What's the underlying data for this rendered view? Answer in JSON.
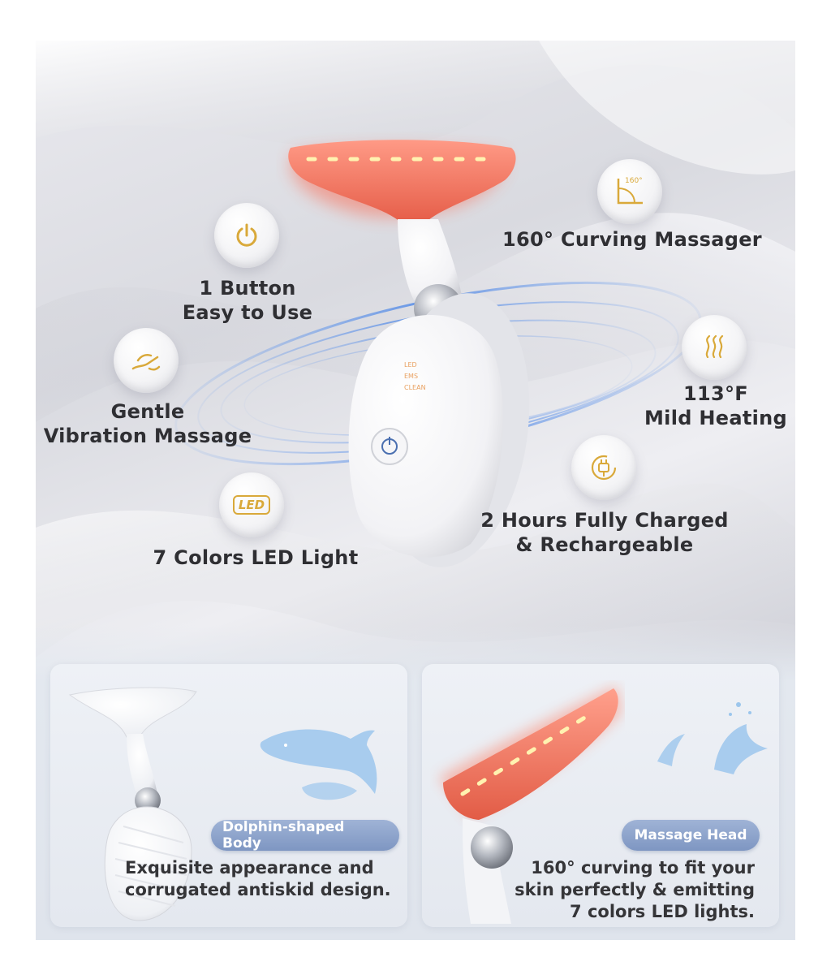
{
  "features": {
    "one_button": {
      "line1": "1 Button",
      "line2": "Easy to Use",
      "icon": "power-icon"
    },
    "vibration": {
      "line1": "Gentle",
      "line2": "Vibration Massage",
      "icon": "hand-icon"
    },
    "led": {
      "label": "7 Colors LED Light",
      "icon": "led-icon",
      "icon_text": "LED"
    },
    "curving": {
      "label": "160° Curving Massager",
      "icon": "angle-icon",
      "icon_text": "160°"
    },
    "heating": {
      "line1": "113°F",
      "line2": "Mild Heating",
      "icon": "heat-waves-icon"
    },
    "charging": {
      "line1": "2 Hours Fully Charged",
      "line2": "& Rechargeable",
      "icon": "plug-icon"
    }
  },
  "device": {
    "screen_lines": [
      "LED",
      "EMS",
      "CLEAN"
    ],
    "accent": "#e8604c"
  },
  "panels": {
    "left": {
      "badge": "Dolphin-shaped Body",
      "line1": "Exquisite appearance and",
      "line2": "corrugated antiskid design."
    },
    "right": {
      "badge": "Massage Head",
      "line1": "160° curving to fit your",
      "line2": "skin perfectly & emitting",
      "line3": "7 colors LED lights."
    }
  },
  "colors": {
    "gold": "#d9a93a",
    "badge_blue": "#8aa0cc",
    "glow_blue": "#6c9ce8",
    "led_red": "#ff6b4a"
  }
}
